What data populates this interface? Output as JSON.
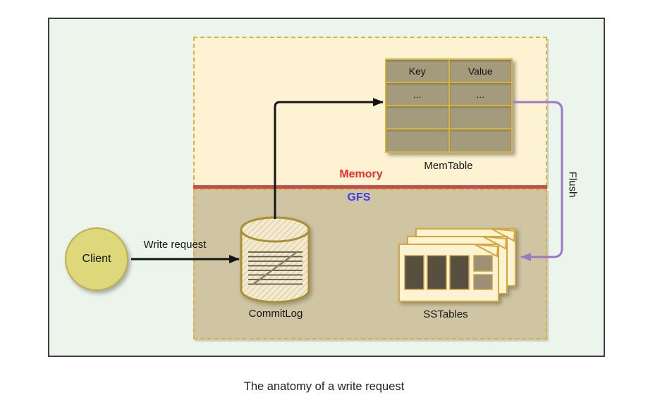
{
  "caption": "The anatomy of a write request",
  "regions": {
    "memory": {
      "label": "Memory"
    },
    "gfs": {
      "label": "GFS"
    }
  },
  "nodes": {
    "client": {
      "label": "Client"
    },
    "commitlog": {
      "label": "CommitLog"
    },
    "memtable": {
      "label": "MemTable",
      "columns": [
        "Key",
        "Value"
      ],
      "rows": [
        [
          "...",
          "..."
        ],
        [
          "",
          ""
        ],
        [
          "",
          ""
        ]
      ]
    },
    "sstables": {
      "label": "SSTables"
    }
  },
  "edges": {
    "write_request": {
      "label": "Write request"
    },
    "flush": {
      "label": "Flush"
    }
  },
  "colors": {
    "memory_label": "#ee2b2b",
    "gfs_label": "#3d3df2",
    "divider_red": "#c0504d",
    "flush_arrow": "#9b79c4",
    "arrow_black": "#141414",
    "memory_bg": "#fdf3d2",
    "gfs_bg": "#cfc5a2",
    "canvas_bg": "#ecf5ec",
    "gold_border": "#ddaf45"
  }
}
